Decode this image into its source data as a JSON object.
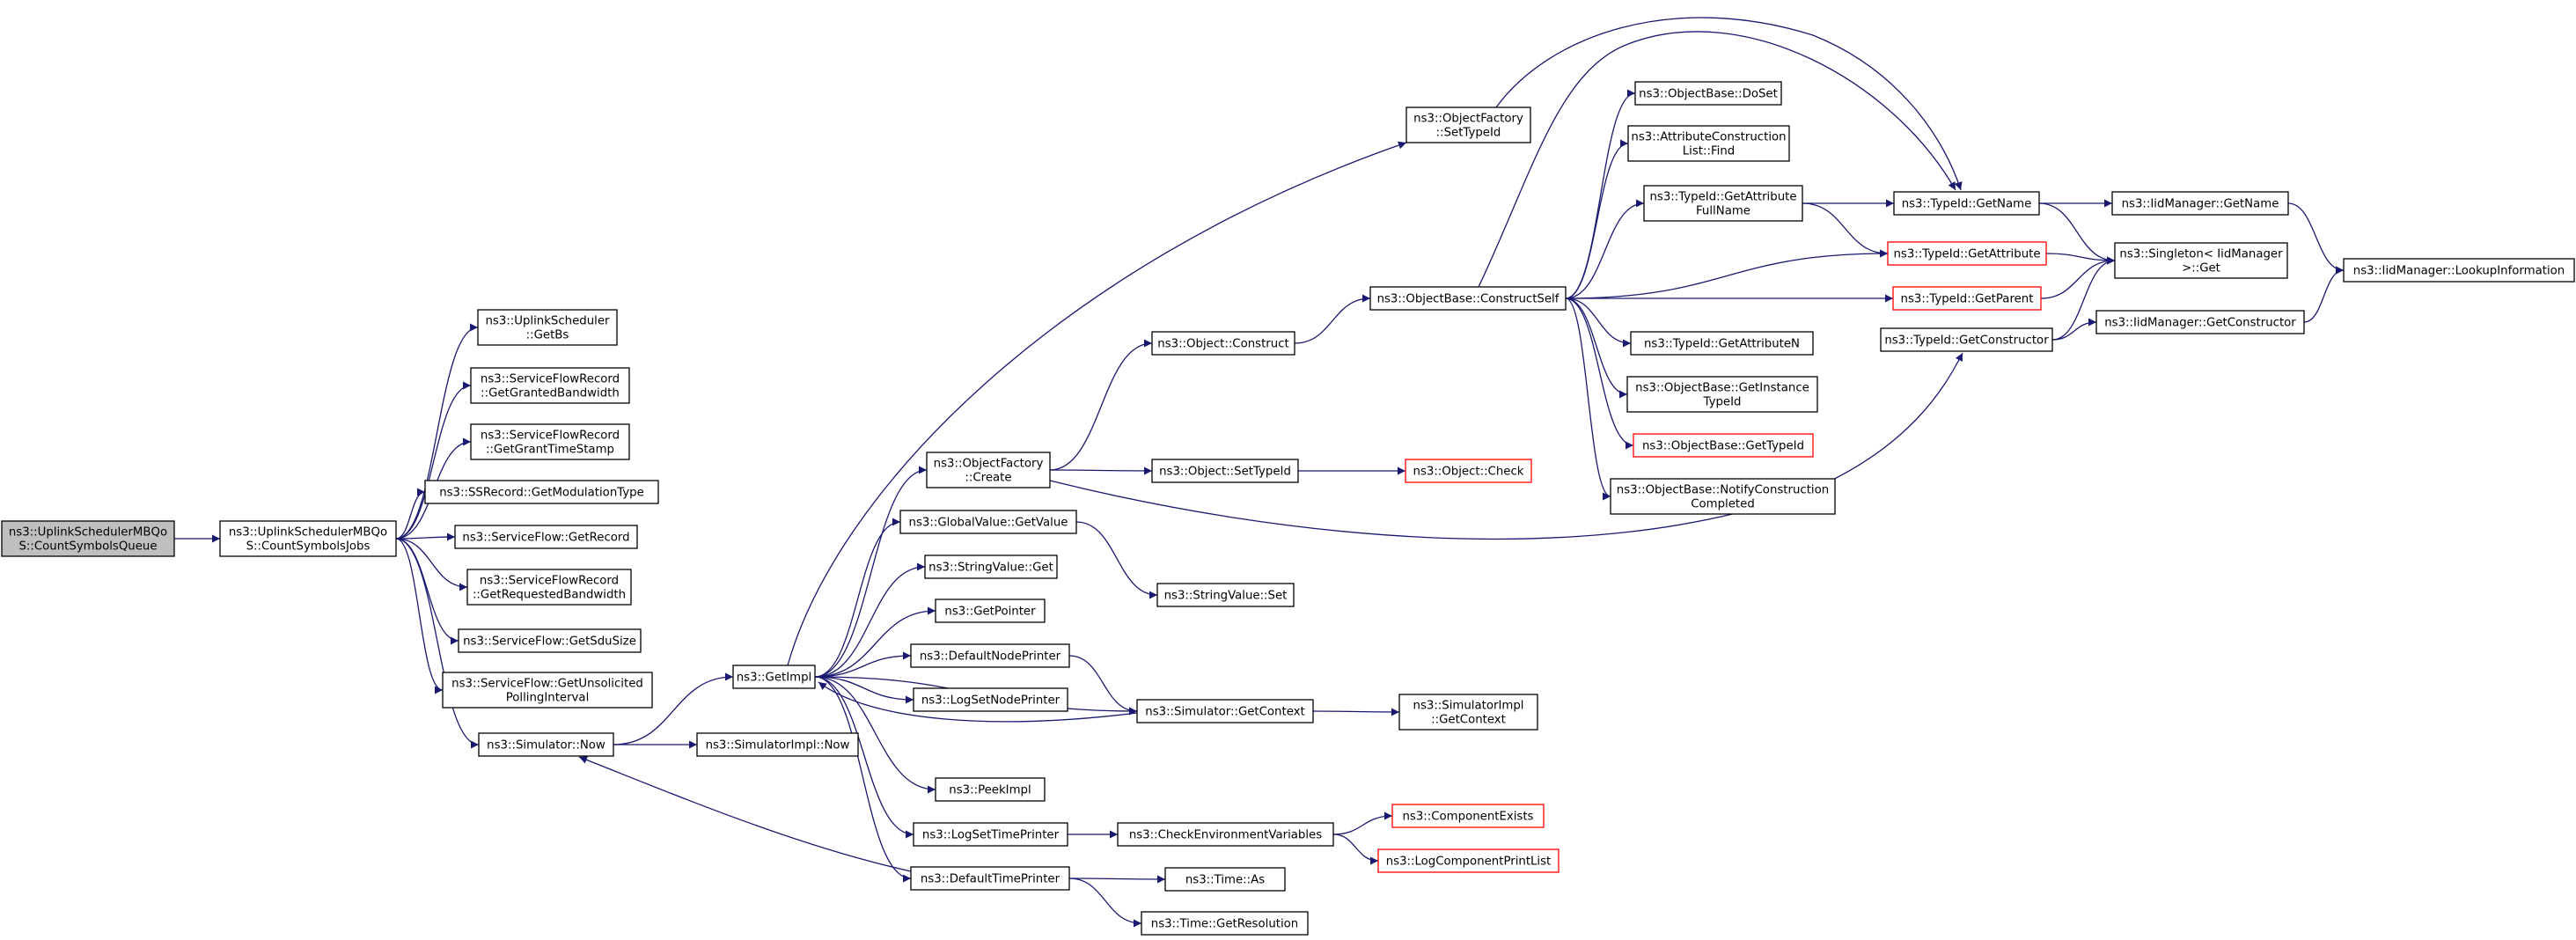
{
  "nodes": [
    {
      "id": "root",
      "lines": [
        "ns3::UplinkSchedulerMBQo",
        "S::CountSymbolsQueue"
      ],
      "root": true
    },
    {
      "id": "csj",
      "lines": [
        "ns3::UplinkSchedulerMBQo",
        "S::CountSymbolsJobs"
      ]
    },
    {
      "id": "getbs",
      "lines": [
        "ns3::UplinkScheduler",
        "::GetBs"
      ]
    },
    {
      "id": "ggb",
      "lines": [
        "ns3::ServiceFlowRecord",
        "::GetGrantedBandwidth"
      ]
    },
    {
      "id": "ggts",
      "lines": [
        "ns3::ServiceFlowRecord",
        "::GetGrantTimeStamp"
      ]
    },
    {
      "id": "ssr",
      "lines": [
        "ns3::SSRecord::GetModulationType"
      ]
    },
    {
      "id": "sfgr",
      "lines": [
        "ns3::ServiceFlow::GetRecord"
      ]
    },
    {
      "id": "grb",
      "lines": [
        "ns3::ServiceFlowRecord",
        "::GetRequestedBandwidth"
      ]
    },
    {
      "id": "sdu",
      "lines": [
        "ns3::ServiceFlow::GetSduSize"
      ]
    },
    {
      "id": "upi",
      "lines": [
        "ns3::ServiceFlow::GetUnsolicited",
        "PollingInterval"
      ]
    },
    {
      "id": "simnow",
      "lines": [
        "ns3::Simulator::Now"
      ]
    },
    {
      "id": "implnow",
      "lines": [
        "ns3::SimulatorImpl::Now"
      ]
    },
    {
      "id": "getimpl",
      "lines": [
        "ns3::GetImpl"
      ]
    },
    {
      "id": "ofcreate",
      "lines": [
        "ns3::ObjectFactory",
        "::Create"
      ]
    },
    {
      "id": "gvget",
      "lines": [
        "ns3::GlobalValue::GetValue"
      ]
    },
    {
      "id": "svget",
      "lines": [
        "ns3::StringValue::Get"
      ]
    },
    {
      "id": "getptr",
      "lines": [
        "ns3::GetPointer"
      ]
    },
    {
      "id": "dnp",
      "lines": [
        "ns3::DefaultNodePrinter"
      ]
    },
    {
      "id": "lsnp",
      "lines": [
        "ns3::LogSetNodePrinter"
      ]
    },
    {
      "id": "peek",
      "lines": [
        "ns3::PeekImpl"
      ]
    },
    {
      "id": "lstp",
      "lines": [
        "ns3::LogSetTimePrinter"
      ]
    },
    {
      "id": "dtp",
      "lines": [
        "ns3::DefaultTimePrinter"
      ]
    },
    {
      "id": "ofsettid",
      "lines": [
        "ns3::ObjectFactory",
        "::SetTypeId"
      ]
    },
    {
      "id": "objconstruct",
      "lines": [
        "ns3::Object::Construct"
      ]
    },
    {
      "id": "objsettid",
      "lines": [
        "ns3::Object::SetTypeId"
      ]
    },
    {
      "id": "svset",
      "lines": [
        "ns3::StringValue::Set"
      ]
    },
    {
      "id": "simctx",
      "lines": [
        "ns3::Simulator::GetContext"
      ]
    },
    {
      "id": "cev",
      "lines": [
        "ns3::CheckEnvironmentVariables"
      ]
    },
    {
      "id": "timeas",
      "lines": [
        "ns3::Time::As"
      ]
    },
    {
      "id": "timeres",
      "lines": [
        "ns3::Time::GetResolution"
      ]
    },
    {
      "id": "implctx",
      "lines": [
        "ns3::SimulatorImpl",
        "::GetContext"
      ]
    },
    {
      "id": "objcheck",
      "lines": [
        "ns3::Object::Check"
      ],
      "trunc": true
    },
    {
      "id": "compexists",
      "lines": [
        "ns3::ComponentExists"
      ],
      "trunc": true
    },
    {
      "id": "lcpl",
      "lines": [
        "ns3::LogComponentPrintList"
      ],
      "trunc": true
    },
    {
      "id": "cself",
      "lines": [
        "ns3::ObjectBase::ConstructSelf"
      ]
    },
    {
      "id": "doset",
      "lines": [
        "ns3::ObjectBase::DoSet"
      ]
    },
    {
      "id": "aclfind",
      "lines": [
        "ns3::AttributeConstruction",
        "List::Find"
      ]
    },
    {
      "id": "gafn",
      "lines": [
        "ns3::TypeId::GetAttribute",
        "FullName"
      ]
    },
    {
      "id": "gan",
      "lines": [
        "ns3::TypeId::GetAttributeN"
      ]
    },
    {
      "id": "gitid",
      "lines": [
        "ns3::ObjectBase::GetInstance",
        "TypeId"
      ]
    },
    {
      "id": "obgtid",
      "lines": [
        "ns3::ObjectBase::GetTypeId"
      ],
      "trunc": true
    },
    {
      "id": "nconst",
      "lines": [
        "ns3::ObjectBase::NotifyConstruction",
        "Completed"
      ]
    },
    {
      "id": "tidgn",
      "lines": [
        "ns3::TypeId::GetName"
      ]
    },
    {
      "id": "tidga",
      "lines": [
        "ns3::TypeId::GetAttribute"
      ],
      "trunc": true
    },
    {
      "id": "tidgp",
      "lines": [
        "ns3::TypeId::GetParent"
      ],
      "trunc": true
    },
    {
      "id": "tidgc",
      "lines": [
        "ns3::TypeId::GetConstructor"
      ]
    },
    {
      "id": "iidgn",
      "lines": [
        "ns3::IidManager::GetName"
      ]
    },
    {
      "id": "singget",
      "lines": [
        "ns3::Singleton< IidManager",
        " >::Get"
      ]
    },
    {
      "id": "iidgc",
      "lines": [
        "ns3::IidManager::GetConstructor"
      ]
    },
    {
      "id": "iidli",
      "lines": [
        "ns3::IidManager::LookupInformation"
      ]
    }
  ],
  "edges": [
    [
      "root",
      "csj"
    ],
    [
      "csj",
      "getbs"
    ],
    [
      "csj",
      "ggb"
    ],
    [
      "csj",
      "ggts"
    ],
    [
      "csj",
      "ssr"
    ],
    [
      "csj",
      "sfgr"
    ],
    [
      "csj",
      "grb"
    ],
    [
      "csj",
      "sdu"
    ],
    [
      "csj",
      "upi"
    ],
    [
      "csj",
      "simnow"
    ],
    [
      "simnow",
      "getimpl"
    ],
    [
      "simnow",
      "implnow"
    ],
    [
      "getimpl",
      "ofsettid"
    ],
    [
      "getimpl",
      "ofcreate"
    ],
    [
      "getimpl",
      "gvget"
    ],
    [
      "getimpl",
      "svget"
    ],
    [
      "getimpl",
      "getptr"
    ],
    [
      "getimpl",
      "dnp"
    ],
    [
      "getimpl",
      "lsnp"
    ],
    [
      "getimpl",
      "simctx"
    ],
    [
      "getimpl",
      "peek"
    ],
    [
      "getimpl",
      "lstp"
    ],
    [
      "getimpl",
      "dtp"
    ],
    [
      "simctx",
      "getimpl"
    ],
    [
      "dtp",
      "simnow"
    ],
    [
      "ofcreate",
      "objconstruct"
    ],
    [
      "ofcreate",
      "objsettid"
    ],
    [
      "ofcreate",
      "tidgc"
    ],
    [
      "gvget",
      "svset"
    ],
    [
      "dnp",
      "simctx"
    ],
    [
      "simctx",
      "implctx"
    ],
    [
      "lstp",
      "cev"
    ],
    [
      "cev",
      "compexists"
    ],
    [
      "cev",
      "lcpl"
    ],
    [
      "dtp",
      "timeas"
    ],
    [
      "dtp",
      "timeres"
    ],
    [
      "ofsettid",
      "tidgn"
    ],
    [
      "objconstruct",
      "cself"
    ],
    [
      "objsettid",
      "objcheck"
    ],
    [
      "cself",
      "tidgn"
    ],
    [
      "cself",
      "doset"
    ],
    [
      "cself",
      "aclfind"
    ],
    [
      "cself",
      "gafn"
    ],
    [
      "cself",
      "tidga"
    ],
    [
      "cself",
      "tidgp"
    ],
    [
      "cself",
      "gan"
    ],
    [
      "cself",
      "gitid"
    ],
    [
      "cself",
      "obgtid"
    ],
    [
      "cself",
      "nconst"
    ],
    [
      "gafn",
      "tidgn"
    ],
    [
      "gafn",
      "tidga"
    ],
    [
      "tidgn",
      "iidgn"
    ],
    [
      "tidgn",
      "singget"
    ],
    [
      "tidga",
      "singget"
    ],
    [
      "tidgp",
      "singget"
    ],
    [
      "tidgc",
      "singget"
    ],
    [
      "tidgc",
      "iidgc"
    ],
    [
      "iidgn",
      "iidli"
    ],
    [
      "iidgc",
      "iidli"
    ]
  ]
}
